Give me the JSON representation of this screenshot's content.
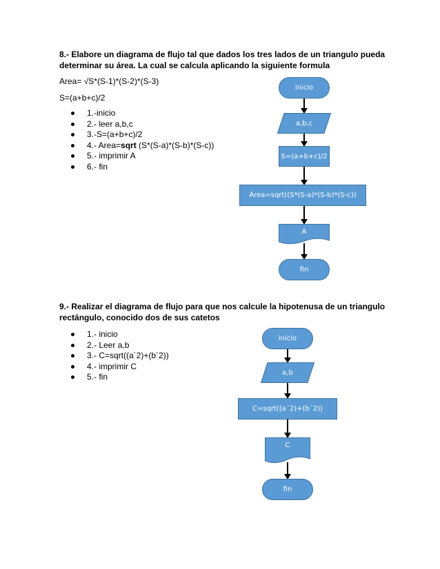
{
  "ex8": {
    "heading_l1": "8.- Elabore un diagrama de flujo tal que dados los tres lados de un triangulo pueda",
    "heading_l2": "determinar su área. La cual se calcula aplicando la siguiente formula",
    "formula_area": "Area= √S*(S-1)*(S-2)*(S-3)",
    "formula_s": "S=(a+b+c)/2",
    "steps": [
      "1.-inicio",
      "2.- leer a,b,c",
      "3.-S=(a+b+c)/2"
    ],
    "step4_prefix": "4.- Area=",
    "step4_bold": "sqrt",
    "step4_suffix": " (S*(S-a)*(S-b)*(S-c))",
    "steps_tail": [
      "5.- imprimir A",
      "6.- fin"
    ],
    "flow": {
      "start": "inicio",
      "input": "a,b,c",
      "process_s": "S=(a+b+c)/2",
      "process_area": "Área=sqrt((S*(S-a)*(S-b)*(S-c))",
      "output": "A",
      "end": "fin"
    }
  },
  "ex9": {
    "heading_l1": "9.- Realizar el diagrama de flujo para que nos calcule la hipotenusa de un triangulo",
    "heading_l2": "rectángulo, conocido dos de sus catetos",
    "steps": [
      "1.- inicio",
      "2.- Leer a,b",
      "3.- C=sqrt((a´2)+(b´2))",
      "4.- imprimir C",
      "5.- fin"
    ],
    "flow": {
      "start": "inicio",
      "input": "a,b",
      "process": "C=sqrt((a´2)+(b´2))",
      "output": "C",
      "end": "fin"
    }
  },
  "colors": {
    "shape_fill": "#5b9bd5",
    "shape_border": "#41719c",
    "text": "#000000"
  }
}
